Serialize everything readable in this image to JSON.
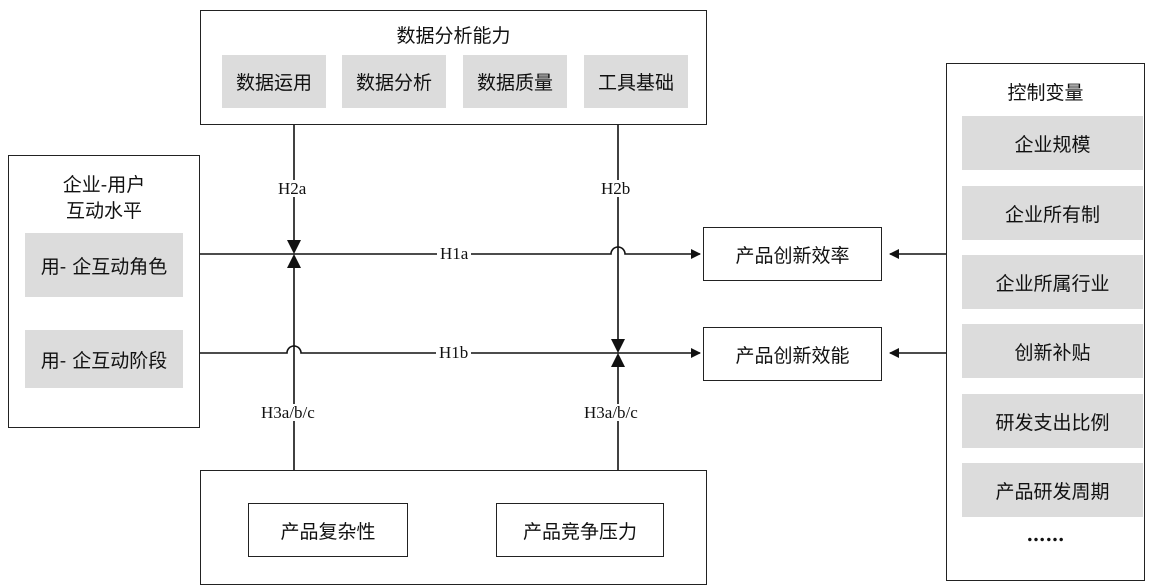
{
  "top_box": {
    "title": "数据分析能力",
    "items": [
      "数据运用",
      "数据分析",
      "数据质量",
      "工具基础"
    ]
  },
  "left_box": {
    "title_line1": "企业-用户",
    "title_line2": "互动水平",
    "items": [
      "用- 企互动角色",
      "用- 企互动阶段"
    ]
  },
  "outcomes": [
    "产品创新效率",
    "产品创新效能"
  ],
  "bottom_box": {
    "items": [
      "产品复杂性",
      "产品竞争压力"
    ]
  },
  "controls": {
    "title": "控制变量",
    "items": [
      "企业规模",
      "企业所有制",
      "企业所属行业",
      "创新补贴",
      "研发支出比例",
      "产品研发周期"
    ],
    "ellipsis": "……"
  },
  "hypotheses": {
    "h1a": "H1a",
    "h1b": "H1b",
    "h2a": "H2a",
    "h2b": "H2b",
    "h3_left": "H3a/b/c",
    "h3_right": "H3a/b/c"
  }
}
